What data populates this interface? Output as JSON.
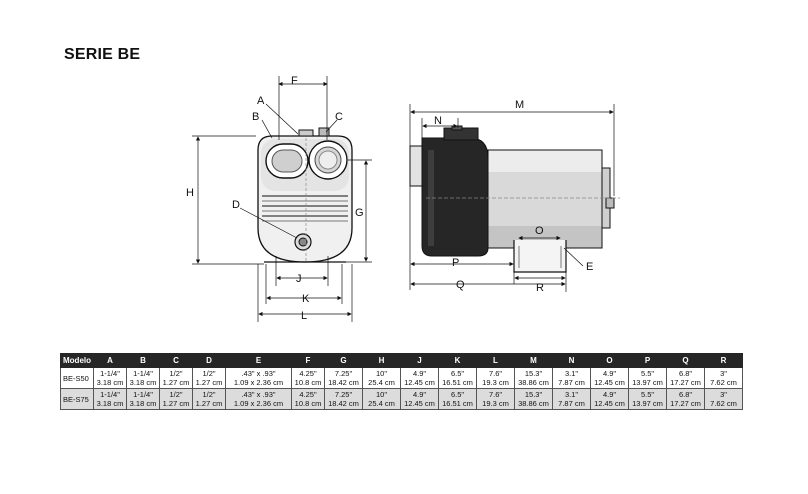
{
  "title": "SERIE BE",
  "front_labels": {
    "A": "A",
    "B": "B",
    "C": "C",
    "D": "D",
    "F": "F",
    "G": "G",
    "H": "H",
    "J": "J",
    "K": "K",
    "L": "L"
  },
  "side_labels": {
    "M": "M",
    "N": "N",
    "O": "O",
    "P": "P",
    "Q": "Q",
    "R": "R",
    "E": "E"
  },
  "table": {
    "header": [
      "Modelo",
      "A",
      "B",
      "C",
      "D",
      "E",
      "F",
      "G",
      "H",
      "J",
      "K",
      "L",
      "M",
      "N",
      "O",
      "P",
      "Q",
      "R"
    ],
    "rows": [
      {
        "model": "BE-S50",
        "cells": [
          [
            "1-1/4\"",
            "3.18 cm"
          ],
          [
            "1-1/4\"",
            "3.18 cm"
          ],
          [
            "1/2\"",
            "1.27 cm"
          ],
          [
            "1/2\"",
            "1.27 cm"
          ],
          [
            ".43\" x .93\"",
            "1.09 x 2.36 cm"
          ],
          [
            "4.25\"",
            "10.8 cm"
          ],
          [
            "7.25\"",
            "18.42 cm"
          ],
          [
            "10\"",
            "25.4 cm"
          ],
          [
            "4.9\"",
            "12.45 cm"
          ],
          [
            "6.5\"",
            "16.51 cm"
          ],
          [
            "7.6\"",
            "19.3 cm"
          ],
          [
            "15.3\"",
            "38.86 cm"
          ],
          [
            "3.1\"",
            "7.87 cm"
          ],
          [
            "4.9\"",
            "12.45 cm"
          ],
          [
            "5.5\"",
            "13.97 cm"
          ],
          [
            "6.8\"",
            "17.27 cm"
          ],
          [
            "3\"",
            "7.62 cm"
          ]
        ]
      },
      {
        "model": "BE-S75",
        "cells": [
          [
            "1-1/4\"",
            "3.18 cm"
          ],
          [
            "1-1/4\"",
            "3.18 cm"
          ],
          [
            "1/2\"",
            "1.27 cm"
          ],
          [
            "1/2\"",
            "1.27 cm"
          ],
          [
            ".43\" x .93\"",
            "1.09 x 2.36 cm"
          ],
          [
            "4.25\"",
            "10.8 cm"
          ],
          [
            "7.25\"",
            "18.42 cm"
          ],
          [
            "10\"",
            "25.4 cm"
          ],
          [
            "4.9\"",
            "12.45 cm"
          ],
          [
            "6.5\"",
            "16.51 cm"
          ],
          [
            "7.6\"",
            "19.3 cm"
          ],
          [
            "15.3\"",
            "38.86 cm"
          ],
          [
            "3.1\"",
            "7.87 cm"
          ],
          [
            "4.9\"",
            "12.45 cm"
          ],
          [
            "5.5\"",
            "13.97 cm"
          ],
          [
            "6.8\"",
            "17.27 cm"
          ],
          [
            "3\"",
            "7.62 cm"
          ]
        ]
      }
    ]
  }
}
